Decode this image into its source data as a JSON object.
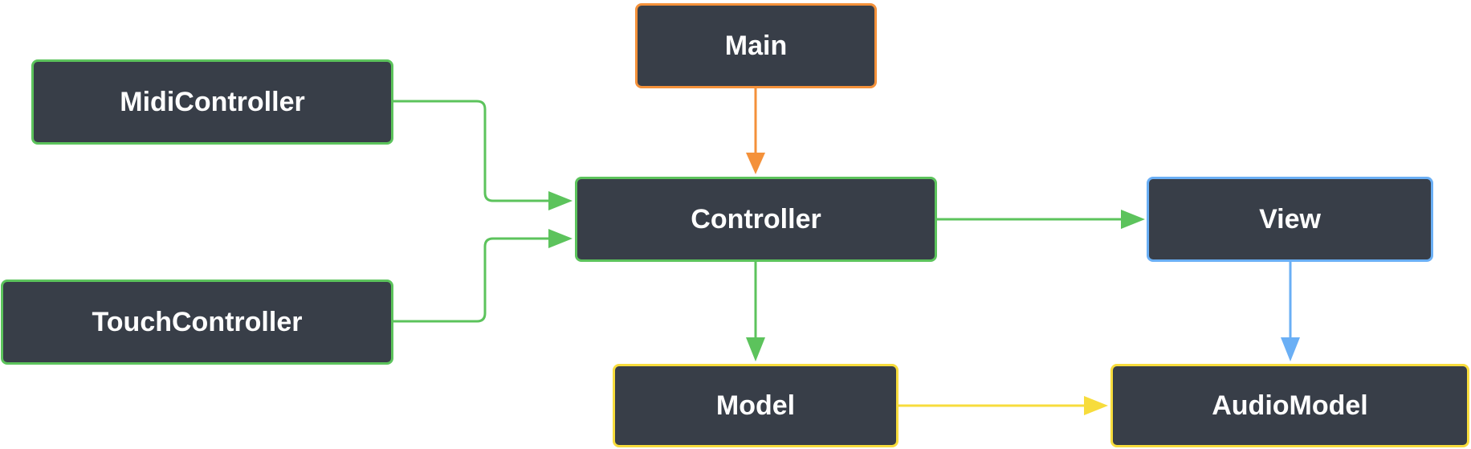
{
  "colors": {
    "node_fill": "#383e48",
    "text": "#ffffff",
    "orange": "#f4913a",
    "green": "#5cc35c",
    "blue": "#6aaff5",
    "yellow": "#f7dc3c"
  },
  "nodes": [
    {
      "id": "main",
      "label": "Main",
      "color": "#f4913a"
    },
    {
      "id": "midi",
      "label": "MidiController",
      "color": "#5cc35c"
    },
    {
      "id": "controller",
      "label": "Controller",
      "color": "#5cc35c"
    },
    {
      "id": "view",
      "label": "View",
      "color": "#6aaff5"
    },
    {
      "id": "touch",
      "label": "TouchController",
      "color": "#5cc35c"
    },
    {
      "id": "model",
      "label": "Model",
      "color": "#f7dc3c"
    },
    {
      "id": "audio",
      "label": "AudioModel",
      "color": "#f7dc3c"
    }
  ],
  "edges": [
    {
      "from": "main",
      "to": "controller",
      "color": "#f4913a"
    },
    {
      "from": "midi",
      "to": "controller",
      "color": "#5cc35c"
    },
    {
      "from": "touch",
      "to": "controller",
      "color": "#5cc35c"
    },
    {
      "from": "controller",
      "to": "view",
      "color": "#5cc35c"
    },
    {
      "from": "controller",
      "to": "model",
      "color": "#5cc35c"
    },
    {
      "from": "view",
      "to": "audio",
      "color": "#6aaff5"
    },
    {
      "from": "model",
      "to": "audio",
      "color": "#f7dc3c"
    }
  ]
}
